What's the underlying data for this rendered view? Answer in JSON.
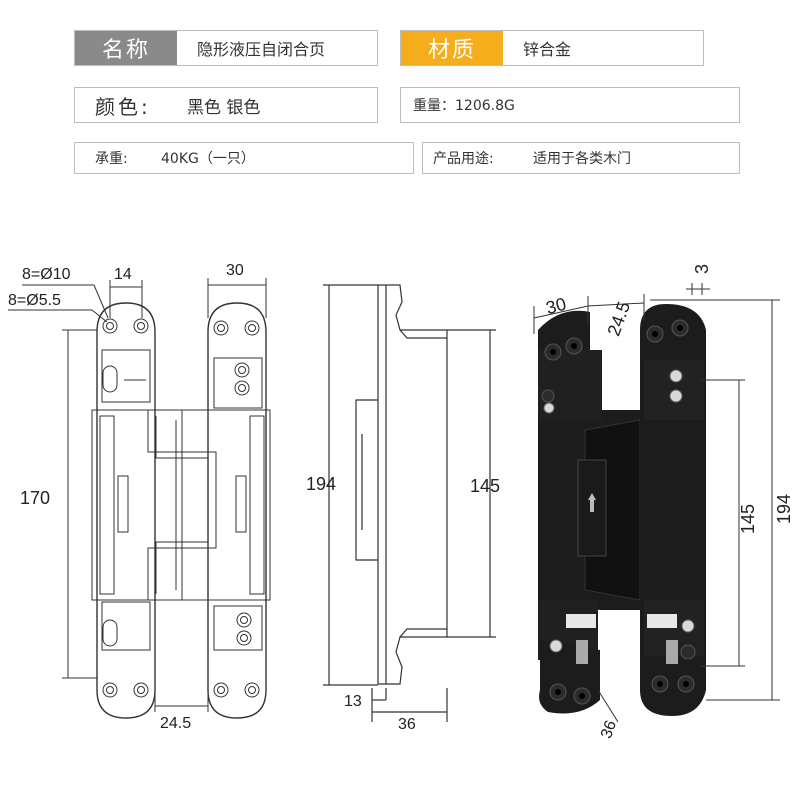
{
  "specs": {
    "name_label": "名称",
    "name_value": "隐形液压自闭合页",
    "material_label": "材质",
    "material_value": "锌合金",
    "color_label": "颜色:",
    "color_value": "黑色 银色",
    "weight_text": "重量：1206.8G",
    "load_label": "承重:",
    "load_value": "40KG（一只）",
    "usage_label": "产品用途:",
    "usage_value": "适用于各类木门"
  },
  "drawing": {
    "front": {
      "hole_large": "8=Ø10",
      "hole_small": "8=Ø5.5",
      "dim_top_left": "14",
      "dim_top_right": "30",
      "dim_height": "170",
      "dim_bottom": "24.5"
    },
    "side": {
      "dim_height_total": "194",
      "dim_height_inner": "145",
      "dim_depth_small": "13",
      "dim_depth": "36"
    },
    "photo": {
      "dim_30": "30",
      "dim_24_5": "24.5",
      "dim_3": "3",
      "dim_145": "145",
      "dim_194": "194",
      "dim_36": "36"
    }
  },
  "colors": {
    "label_gray": "#8a8a8a",
    "label_gold": "#f5ad1c",
    "hinge_black": "#1c1c1c"
  }
}
